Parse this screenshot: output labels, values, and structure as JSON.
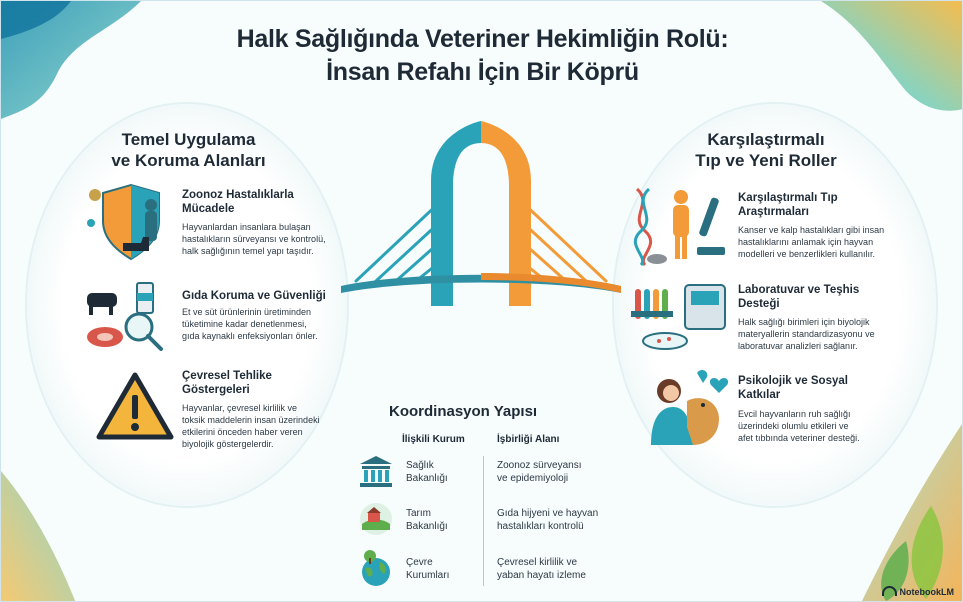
{
  "title": {
    "line1": "Halk Sağlığında Veteriner Hekimliğin Rolü:",
    "line2": "İnsan Refahı İçin Bir Köprü"
  },
  "left_panel": {
    "heading_line1": "Temel Uygulama",
    "heading_line2": "ve Koruma Alanları",
    "items": [
      {
        "title_line1": "Zoonoz Hastalıklarla",
        "title_line2": "Mücadele",
        "desc_line1": "Hayvanlardan insanlara bulaşan",
        "desc_line2": "hastalıkların sürveyansı ve kontrolü,",
        "desc_line3": "halk sağlığının temel yapı taşıdır.",
        "icon": "shield-human-animal-icon"
      },
      {
        "title_line1": "Gıda Koruma ve Güvenliği",
        "desc_line1": "Et ve süt ürünlerinin üretiminden",
        "desc_line2": "tüketimine kadar denetlenmesi,",
        "desc_line3": "gıda kaynaklı enfeksiyonları önler.",
        "icon": "food-safety-icon"
      },
      {
        "title_line1": "Çevresel Tehlike",
        "title_line2": "Göstergeleri",
        "desc_line1": "Hayvanlar, çevresel kirlilik ve",
        "desc_line2": "toksik maddelerin insan üzerindeki",
        "desc_line3": "etkilerini önceden haber veren",
        "desc_line4": "biyolojik göstergelerdir.",
        "icon": "warning-icon"
      }
    ]
  },
  "right_panel": {
    "heading_line1": "Karşılaştırmalı",
    "heading_line2": "Tıp ve Yeni Roller",
    "items": [
      {
        "title_line1": "Karşılaştırmalı Tıp",
        "title_line2": "Araştırmaları",
        "desc_line1": "Kanser ve kalp hastalıkları gibi insan",
        "desc_line2": "hastalıklarını anlamak için hayvan",
        "desc_line3": "modelleri ve benzerlikleri kullanılır.",
        "icon": "dna-microscope-icon"
      },
      {
        "title_line1": "Laboratuvar ve Teşhis",
        "title_line2": "Desteği",
        "desc_line1": "Halk sağlığı birimleri için biyolojik",
        "desc_line2": "materyallerin standardizasyonu ve",
        "desc_line3": "laboratuvar analizleri sağlanır.",
        "icon": "lab-equipment-icon"
      },
      {
        "title_line1": "Psikolojik ve Sosyal",
        "title_line2": "Katkılar",
        "desc_line1": "Evcil hayvanların ruh sağlığı",
        "desc_line2": "üzerindeki olumlu etkileri ve",
        "desc_line3": "afet tıbbında veteriner desteği.",
        "icon": "person-dog-icon"
      }
    ]
  },
  "coordination": {
    "title": "Koordinasyon Yapısı",
    "col1": "İlişkili Kurum",
    "col2": "İşbirliği Alanı",
    "rows": [
      {
        "inst_line1": "Sağlık",
        "inst_line2": "Bakanlığı",
        "area_line1": "Zoonoz sürveyansı",
        "area_line2": "ve epidemiyoloji",
        "icon": "government-building-icon"
      },
      {
        "inst_line1": "Tarım",
        "inst_line2": "Bakanlığı",
        "area_line1": "Gıda hijyeni ve hayvan",
        "area_line2": "hastalıkları kontrolü",
        "icon": "farm-icon"
      },
      {
        "inst_line1": "Çevre",
        "inst_line2": "Kurumları",
        "area_line1": "Çevresel kirlilik ve",
        "area_line2": "yaban hayatı izleme",
        "icon": "globe-tree-icon"
      }
    ]
  },
  "brand": "NotebookLM",
  "colors": {
    "bridge_left": "#2aa3b8",
    "bridge_right": "#f29b38",
    "accent_teal": "#2aa3b8",
    "accent_orange": "#f29b38"
  }
}
